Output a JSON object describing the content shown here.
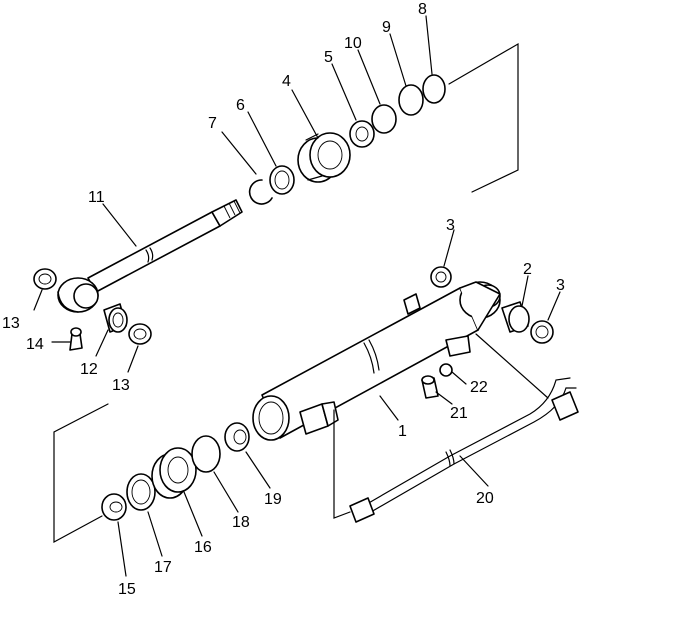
{
  "callouts": [
    {
      "id": "c1",
      "text": "1"
    },
    {
      "id": "c2",
      "text": "2"
    },
    {
      "id": "c3a",
      "text": "3"
    },
    {
      "id": "c3b",
      "text": "3"
    },
    {
      "id": "c4",
      "text": "4"
    },
    {
      "id": "c5",
      "text": "5"
    },
    {
      "id": "c6",
      "text": "6"
    },
    {
      "id": "c7",
      "text": "7"
    },
    {
      "id": "c8",
      "text": "8"
    },
    {
      "id": "c9",
      "text": "9"
    },
    {
      "id": "c10",
      "text": "10"
    },
    {
      "id": "c11",
      "text": "11"
    },
    {
      "id": "c12",
      "text": "12"
    },
    {
      "id": "c13a",
      "text": "13"
    },
    {
      "id": "c13b",
      "text": "13"
    },
    {
      "id": "c14",
      "text": "14"
    },
    {
      "id": "c15",
      "text": "15"
    },
    {
      "id": "c16",
      "text": "16"
    },
    {
      "id": "c17",
      "text": "17"
    },
    {
      "id": "c18",
      "text": "18"
    },
    {
      "id": "c19",
      "text": "19"
    },
    {
      "id": "c20",
      "text": "20"
    },
    {
      "id": "c21",
      "text": "21"
    },
    {
      "id": "c22",
      "text": "22"
    }
  ]
}
